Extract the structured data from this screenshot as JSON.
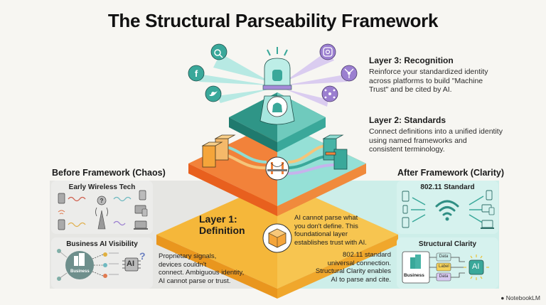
{
  "title": "The Structural Parseability Framework",
  "layers": [
    {
      "id": "layer3",
      "title": "Layer 3: Recognition",
      "desc_lines": [
        "Reinforce your standardized identity",
        "across platforms to build \"Machine",
        "Trust\" and be cited by AI."
      ],
      "color": "#3aa89a"
    },
    {
      "id": "layer2",
      "title": "Layer 2: Standards",
      "desc_lines": [
        "Connect definitions into a unified identity",
        "using named frameworks and",
        "consistent terminology."
      ],
      "color": "#f2823a"
    },
    {
      "id": "layer1",
      "title_lines": [
        "Layer 1:",
        "Definition"
      ],
      "desc_lines": [
        "AI cannot parse what",
        "you don't define. This",
        "foundational layer",
        "establishes trust with AI."
      ],
      "color": "#f5b73a"
    }
  ],
  "platform_icons_left": [
    "search-icon",
    "facebook-icon",
    "twitter-icon"
  ],
  "platform_icons_right": [
    "instagram-icon",
    "network-hub-icon",
    "network-node-icon"
  ],
  "before": {
    "heading": "Before Framework (Chaos)",
    "panel1_title": "Early Wireless Tech",
    "panel2_title": "Business AI Visibility",
    "business_label": "Business",
    "ai_label": "AI",
    "question_mark": "?",
    "desc_lines": [
      "Proprietary signals,",
      "devices couldn't",
      "connect. Ambiguous identity,",
      "AI cannot parse or trust."
    ]
  },
  "after": {
    "heading": "After Framework (Clarity)",
    "panel1_title": "802.11 Standard",
    "panel2_title": "Structural Clarity",
    "business_label": "Business",
    "ai_label": "AI",
    "tags": [
      "Data",
      "Label",
      "Data"
    ],
    "desc_lines": [
      "802.11 standard",
      "universal connection.",
      "Structural Clarity enables",
      "AI to parse and cite."
    ]
  },
  "brand": "NotebookLM",
  "colors": {
    "teal": "#3aa89a",
    "teal_light": "#8fdcd2",
    "orange": "#f2823a",
    "yellow": "#f5b73a",
    "purple": "#9b7fd0"
  }
}
